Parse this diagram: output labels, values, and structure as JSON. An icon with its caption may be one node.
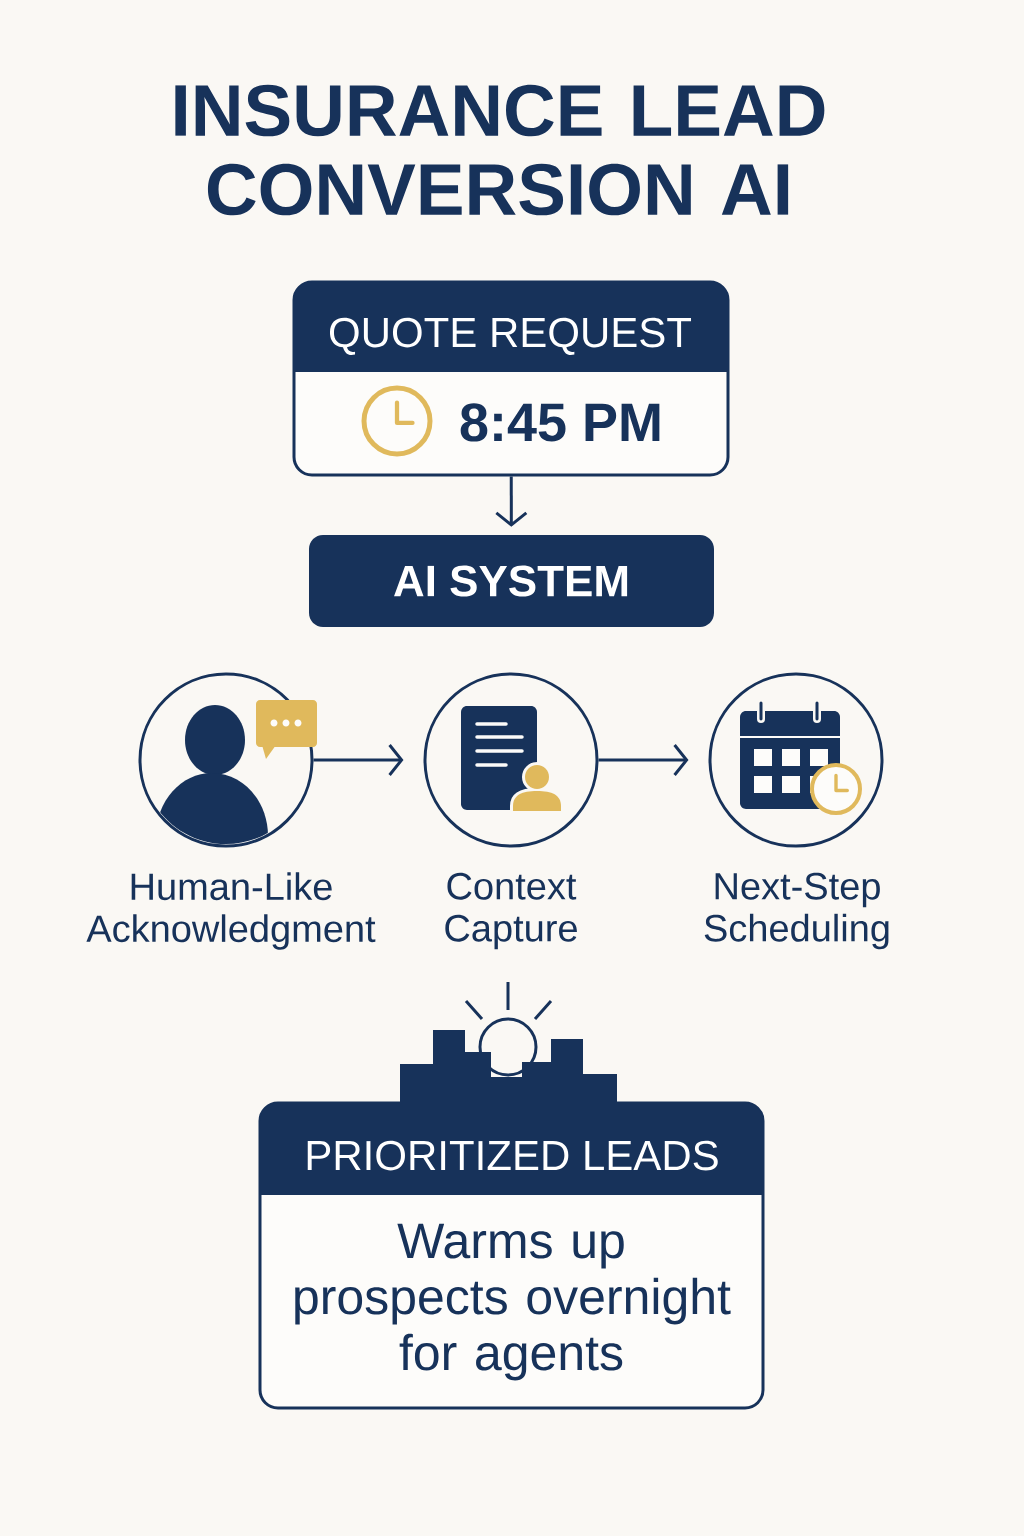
{
  "diagram": {
    "title": "INSURANCE LEAD CONVERSION AI",
    "nodes": [
      {
        "text": [
          "QUOTE REQUEST",
          "8:45 PM"
        ]
      },
      {
        "text": [
          "AI SYSTEM"
        ]
      },
      {
        "text": [
          "Human-Like Acknowledgment"
        ]
      },
      {
        "text": [
          "Context Capture"
        ]
      },
      {
        "text": [
          "Next-Step Scheduling"
        ]
      },
      {
        "text": [
          "PRIORITIZED LEADS",
          "Warms up prospects overnight for agents"
        ]
      }
    ],
    "edges": [
      {
        "from": 0,
        "to": 1,
        "arrow": "to"
      },
      {
        "from": 2,
        "to": 3,
        "arrow": "to"
      },
      {
        "from": 3,
        "to": 4,
        "arrow": "to"
      }
    ]
  }
}
